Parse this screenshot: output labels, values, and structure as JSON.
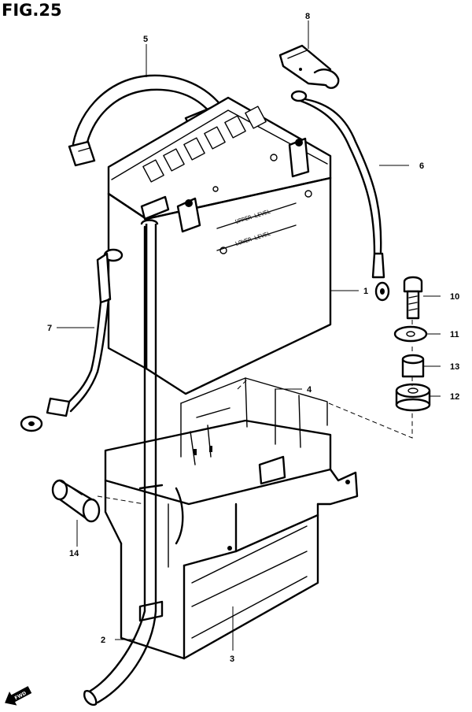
{
  "figure": {
    "title": "FIG.25"
  },
  "callouts": [
    "1",
    "2",
    "3",
    "4",
    "5",
    "6",
    "7",
    "8",
    "10",
    "11",
    "12",
    "13",
    "14"
  ],
  "battery": {
    "upper_level": "UPPER LEVEL",
    "lower_level": "LOWER LEVEL"
  },
  "front_arrow": "FWD"
}
